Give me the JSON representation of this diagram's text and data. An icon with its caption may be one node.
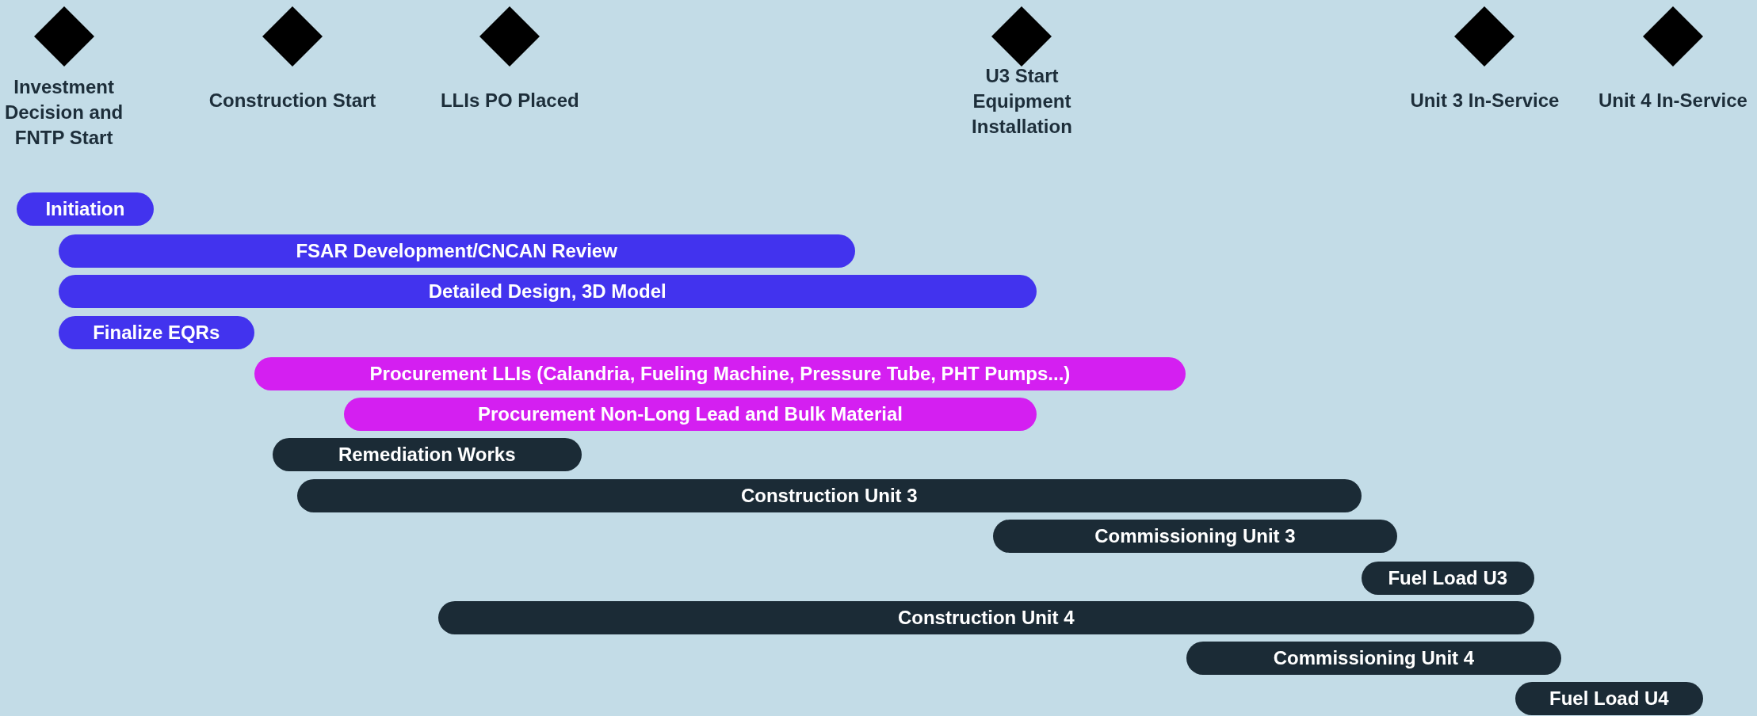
{
  "diagram": {
    "nodes": [
      {
        "text": [
          "Investment Decision and FNTP Start"
        ]
      },
      {
        "text": [
          "Construction Start"
        ]
      },
      {
        "text": [
          "LLIs PO Placed"
        ]
      },
      {
        "text": [
          "U3 Start Equipment Installation"
        ]
      },
      {
        "text": [
          "Unit 3 In-Service"
        ]
      },
      {
        "text": [
          "Unit 4 In-Service"
        ]
      },
      {
        "text": [
          "Initiation"
        ]
      },
      {
        "text": [
          "FSAR Development/CNCAN Review"
        ]
      },
      {
        "text": [
          "Detailed Design, 3D Model"
        ]
      },
      {
        "text": [
          "Finalize EQRs"
        ]
      },
      {
        "text": [
          "Procurement LLIs (Calandria, Fueling Machine, Pressure Tube, PHT Pumps...)"
        ]
      },
      {
        "text": [
          "Procurement Non-Long Lead and Bulk Material"
        ]
      },
      {
        "text": [
          "Remediation Works"
        ]
      },
      {
        "text": [
          "Construction Unit 3"
        ]
      },
      {
        "text": [
          "Commissioning Unit 3"
        ]
      },
      {
        "text": [
          "Fuel Load U3"
        ]
      },
      {
        "text": [
          "Construction Unit 4"
        ]
      },
      {
        "text": [
          "Commissioning Unit 4"
        ]
      },
      {
        "text": [
          "Fuel Load U4"
        ]
      }
    ]
  }
}
